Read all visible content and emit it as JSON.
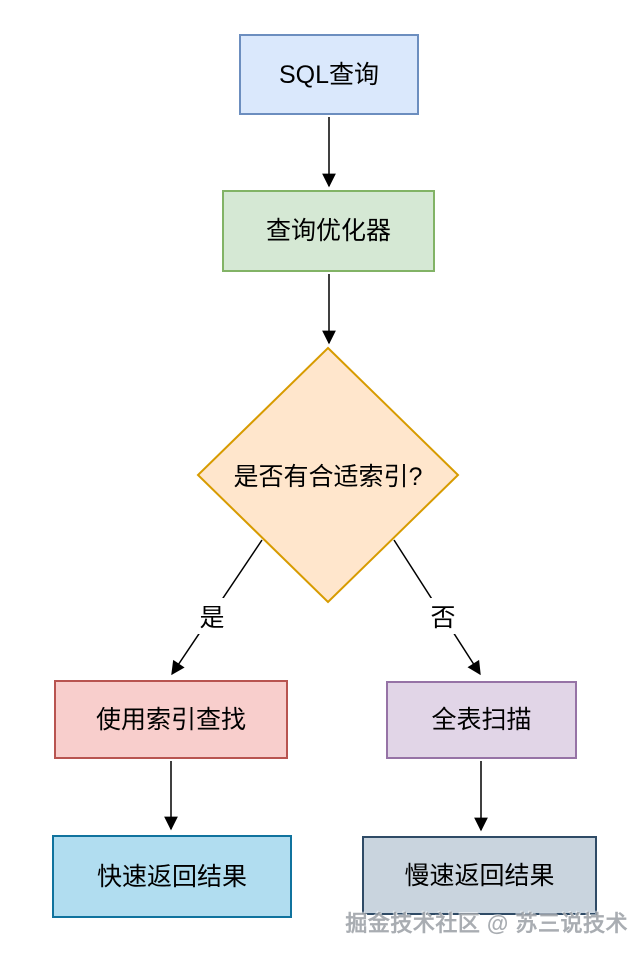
{
  "nodes": {
    "sql_query": {
      "label": "SQL查询",
      "fill": "#dae8fc",
      "stroke": "#6c8ebf"
    },
    "optimizer": {
      "label": "查询优化器",
      "fill": "#d5e8d4",
      "stroke": "#82b366"
    },
    "decision": {
      "label": "是否有合适索引?",
      "fill": "#ffe6cc",
      "stroke": "#d79b00"
    },
    "index_lookup": {
      "label": "使用索引查找",
      "fill": "#f8cecc",
      "stroke": "#b85450"
    },
    "full_scan": {
      "label": "全表扫描",
      "fill": "#e1d5e7",
      "stroke": "#9673a6"
    },
    "fast_result": {
      "label": "快速返回结果",
      "fill": "#b1ddf0",
      "stroke": "#10739e"
    },
    "slow_result": {
      "label": "慢速返回结果",
      "fill": "#c9d4de",
      "stroke": "#2f4b66"
    }
  },
  "edges": {
    "yes_label": "是",
    "no_label": "否",
    "connector_color": "#000000"
  },
  "watermark": "掘金技术社区 @ 苏三说技术"
}
